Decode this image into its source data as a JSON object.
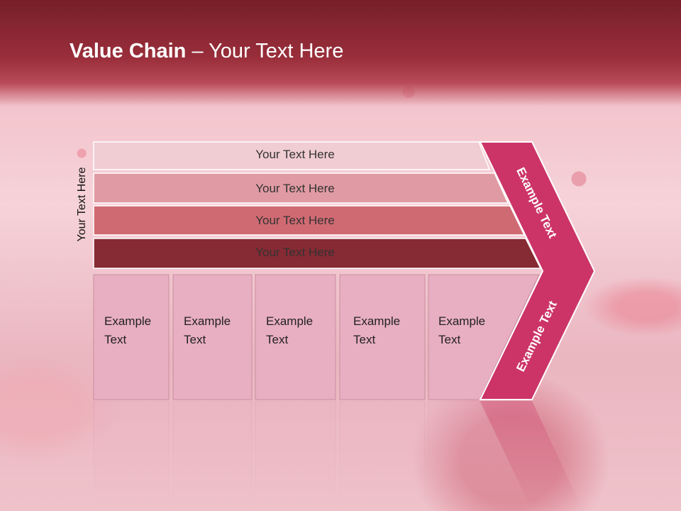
{
  "title": {
    "bold": "Value Chain",
    "rest": " – Your Text Here"
  },
  "vertical_label": "Your Text Here",
  "rows": [
    {
      "label": "Your Text Here",
      "color": "#f0ccd3"
    },
    {
      "label": "Your Text Here",
      "color": "#e09aa3"
    },
    {
      "label": "Your Text Here",
      "color": "#d06a72"
    },
    {
      "label": "Your Text Here",
      "color": "#862a33"
    }
  ],
  "boxes": [
    {
      "line1": "Example",
      "line2": "Text"
    },
    {
      "line1": "Example",
      "line2": "Text"
    },
    {
      "line1": "Example",
      "line2": "Text"
    },
    {
      "line1": "Example",
      "line2": "Text"
    },
    {
      "line1": "Example",
      "line2": "Text"
    }
  ],
  "arrow": {
    "upper_text": "Example Text",
    "lower_text": "Example Text",
    "color": "#cc3468"
  },
  "box_color": "#e8aec2"
}
